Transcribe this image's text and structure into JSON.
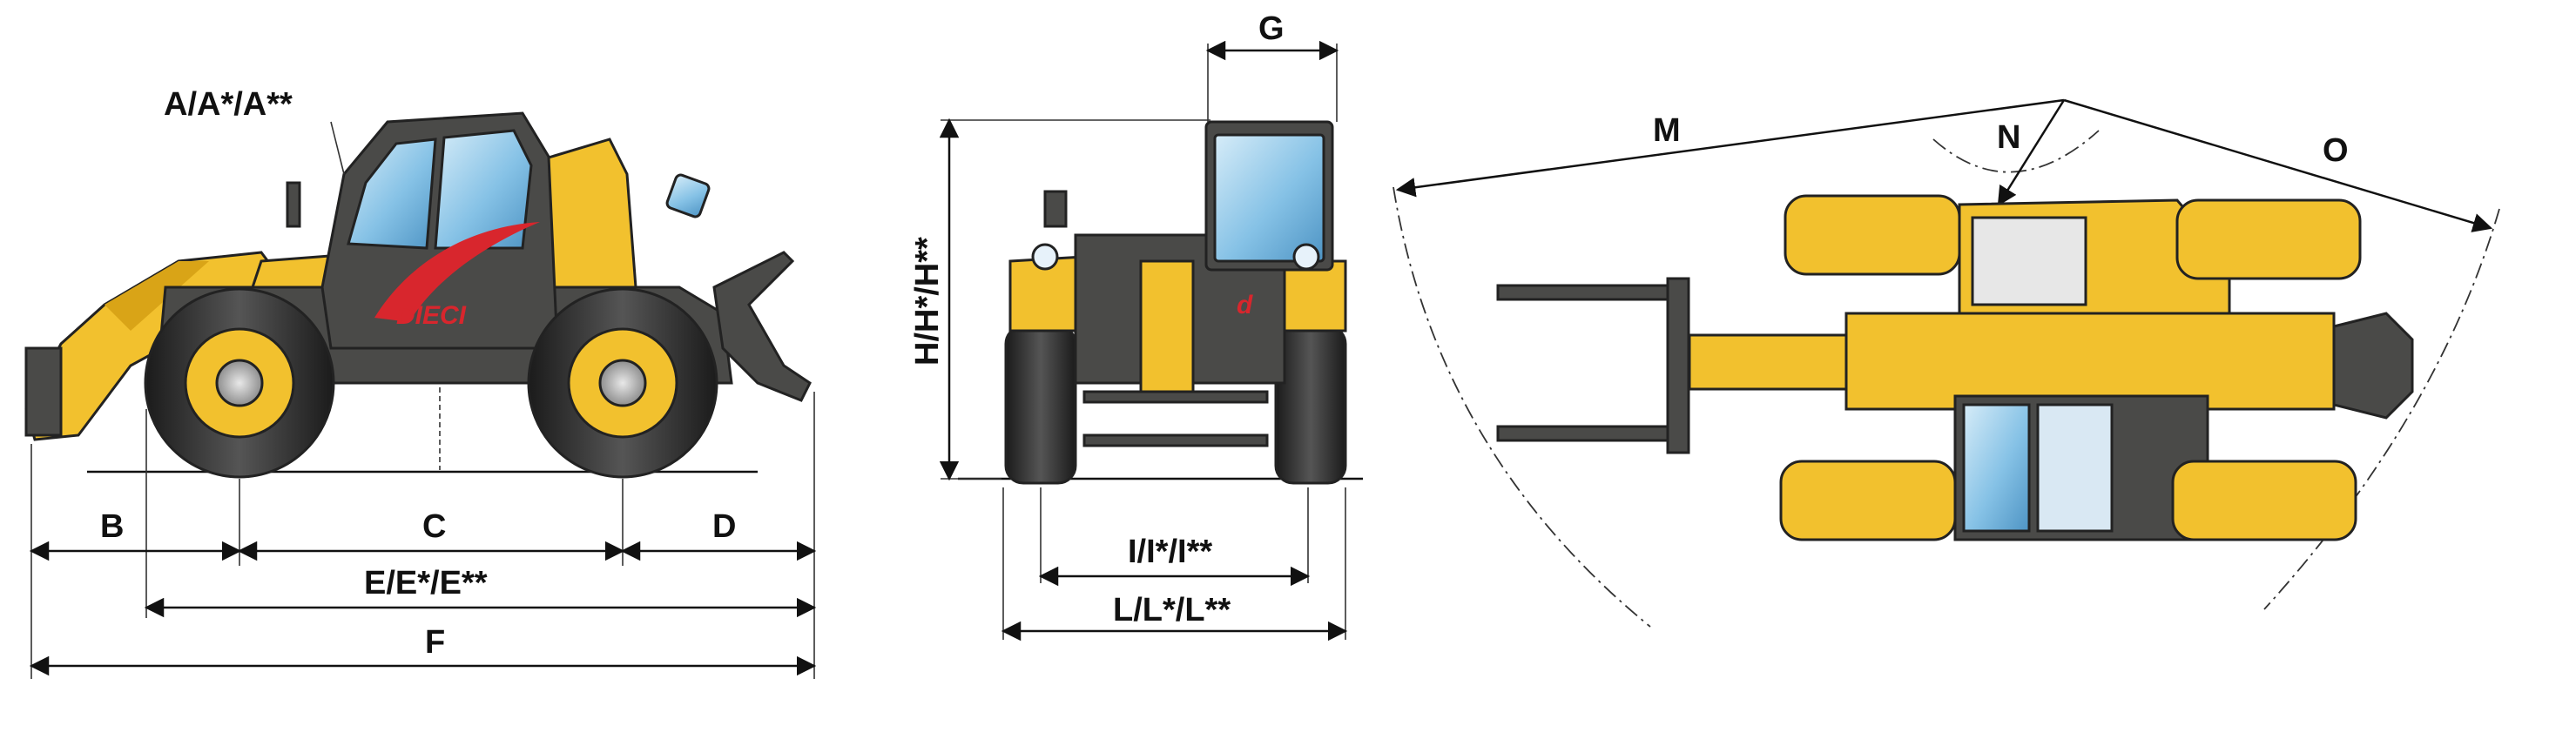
{
  "colors": {
    "body_yellow": "#F2C12E",
    "body_dark": "#4A4A48",
    "tyre": "#2C2C2C",
    "hub": "#B9B9B9",
    "glass": "#8FC8EA",
    "brand_red": "#D8262D",
    "line": "#111111"
  },
  "icons": {
    "side_view": "telehandler-side-view",
    "front_view": "telehandler-front-view",
    "top_view": "telehandler-top-view-turning-radius"
  },
  "side_view": {
    "brand_text": "DIECI",
    "labels": {
      "a": "A/A*/A**",
      "b": "B",
      "c": "C",
      "d": "D",
      "e": "E/E*/E**",
      "f": "F"
    }
  },
  "front_view": {
    "brand_text": "d",
    "labels": {
      "g": "G",
      "h": "H/H*/H**",
      "i": "I/I*/I**",
      "l": "L/L*/L**"
    }
  },
  "top_view": {
    "labels": {
      "m": "M",
      "n": "N",
      "o": "O"
    }
  }
}
